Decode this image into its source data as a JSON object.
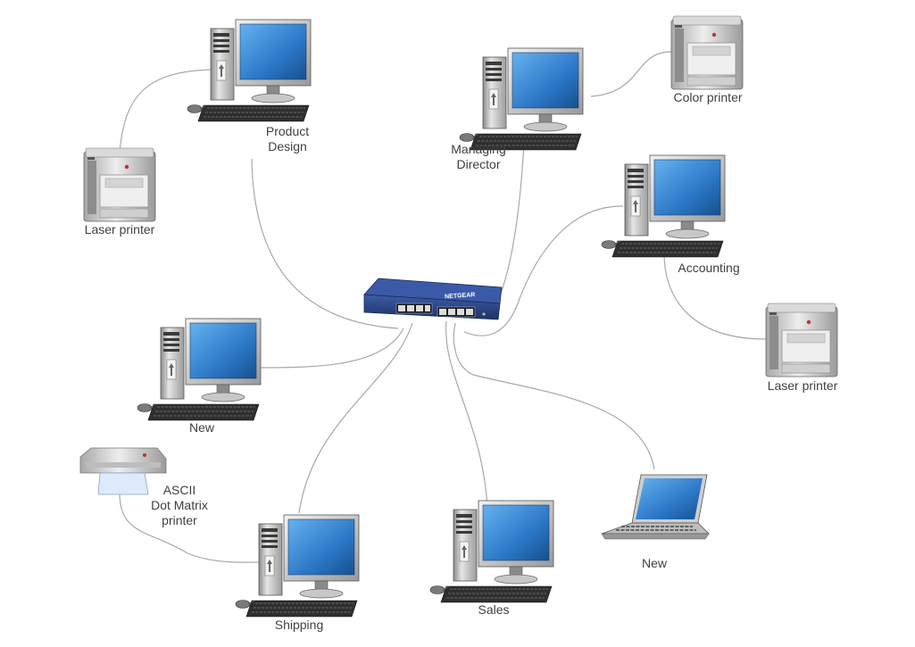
{
  "nodes": {
    "product_design": {
      "line1": "Product",
      "line2": "Design"
    },
    "managing_director": {
      "line1": "Managing",
      "line2": "Director"
    },
    "color_printer": {
      "label": "Color printer"
    },
    "laser_printer_left": {
      "label": "Laser printer"
    },
    "accounting": {
      "label": "Accounting"
    },
    "laser_printer_right": {
      "label": "Laser printer"
    },
    "new_pc": {
      "label": "New"
    },
    "ascii_printer": {
      "line1": "ASCII",
      "line2": "Dot Matrix",
      "line3": "printer"
    },
    "shipping": {
      "label": "Shipping"
    },
    "sales": {
      "label": "Sales"
    },
    "new_laptop": {
      "label": "New"
    },
    "switch": {
      "brand": "NETGEAR"
    }
  },
  "colors": {
    "cable": "#a8a8a8",
    "screen": "#2f78c8",
    "switch_body": "#253d7a",
    "label": "#404040"
  }
}
